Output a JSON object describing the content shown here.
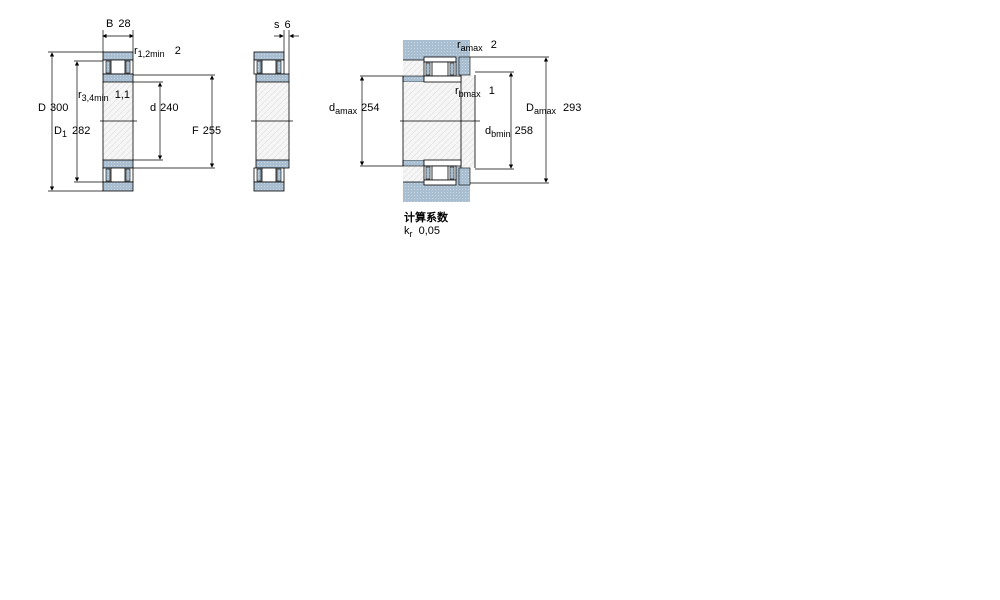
{
  "colors": {
    "ring_fill": "#a9bfd1",
    "housing_fill": "#a9bfd1",
    "bore_fill": "#f4f4f4",
    "line": "#000000",
    "background": "#ffffff"
  },
  "view_front": {
    "B": {
      "symbol": "B",
      "value": "28"
    },
    "r12min": {
      "symbol": "r",
      "sub": "1,2min",
      "value": "2"
    },
    "D": {
      "symbol": "D",
      "value": "300"
    },
    "D1": {
      "symbol": "D",
      "sub": "1",
      "value": "282"
    },
    "r34min": {
      "symbol": "r",
      "sub": "3,4min",
      "value": "1,1"
    },
    "d": {
      "symbol": "d",
      "value": "240"
    },
    "F": {
      "symbol": "F",
      "value": "255"
    }
  },
  "view_side": {
    "s": {
      "symbol": "s",
      "value": "6"
    }
  },
  "view_mounting": {
    "ramax": {
      "symbol": "r",
      "sub": "amax",
      "value": "2"
    },
    "rbmax": {
      "symbol": "r",
      "sub": "bmax",
      "value": "1"
    },
    "damax": {
      "symbol": "d",
      "sub": "amax",
      "value": "254"
    },
    "dbmin": {
      "symbol": "d",
      "sub": "bmin",
      "value": "258"
    },
    "Damax": {
      "symbol": "D",
      "sub": "amax",
      "value": "293"
    }
  },
  "calculation": {
    "title": "计算系数",
    "kr_symbol": "k",
    "kr_sub": "r",
    "kr_value": "0,05"
  }
}
